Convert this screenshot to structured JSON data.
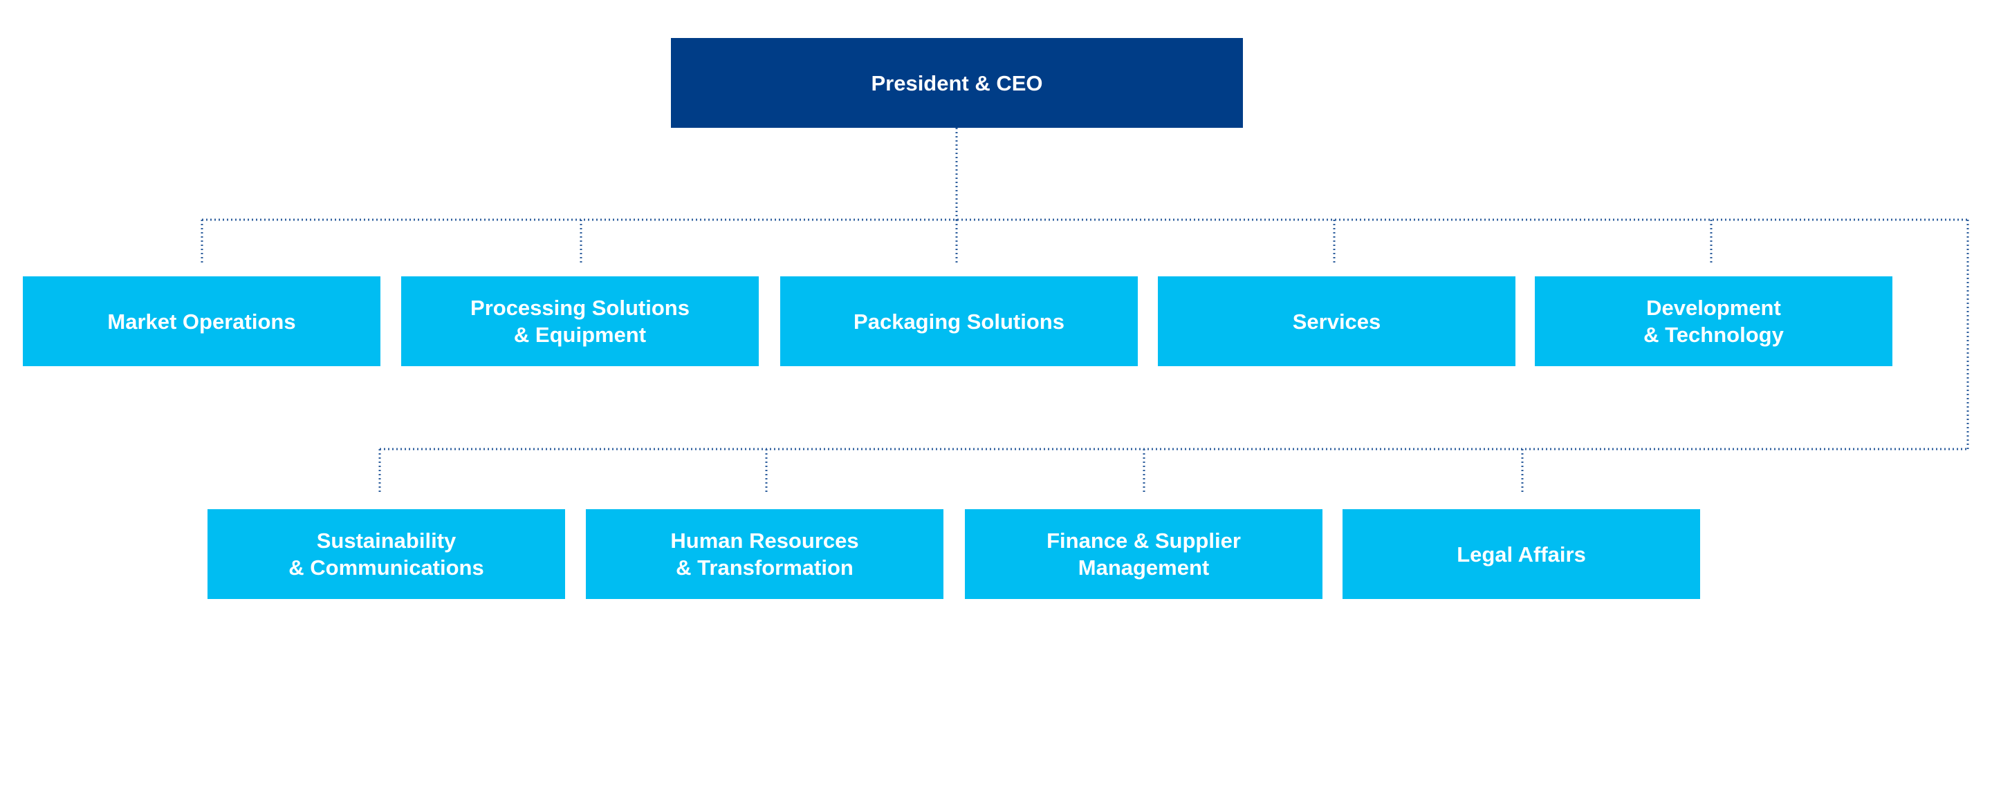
{
  "colors": {
    "ceo_box": "#003d87",
    "unit_box": "#00bdf2",
    "connector": "#2f5f9e",
    "text": "#ffffff"
  },
  "ceo": {
    "label": "President & CEO"
  },
  "business_units": [
    {
      "label": "Market Operations"
    },
    {
      "label": "Processing Solutions\n& Equipment"
    },
    {
      "label": "Packaging Solutions"
    },
    {
      "label": "Services"
    },
    {
      "label": "Development\n& Technology"
    }
  ],
  "functions": [
    {
      "label": "Sustainability\n& Communications"
    },
    {
      "label": "Human Resources\n& Transformation"
    },
    {
      "label": "Finance & Supplier\nManagement"
    },
    {
      "label": "Legal Affairs"
    }
  ]
}
